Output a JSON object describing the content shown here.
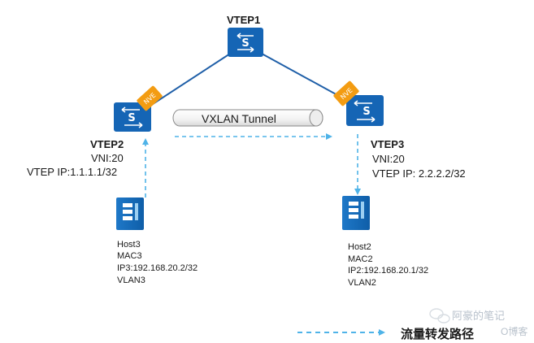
{
  "vtep1": {
    "name": "VTEP1"
  },
  "vtep2": {
    "name": "VTEP2",
    "vni": "VNI:20",
    "vtep_ip": "VTEP IP:1.1.1.1/32",
    "nve": "NVE"
  },
  "vtep3": {
    "name": "VTEP3",
    "vni": "VNI:20",
    "vtep_ip": "VTEP IP: 2.2.2.2/32",
    "nve": "NVE"
  },
  "tunnel": {
    "label": "VXLAN Tunnel"
  },
  "host3": {
    "name": "Host3",
    "mac": "MAC3",
    "ip": "IP3:192.168.20.2/32",
    "vlan": "VLAN3"
  },
  "host2": {
    "name": "Host2",
    "mac": "MAC2",
    "ip": "IP2:192.168.20.1/32",
    "vlan": "VLAN2"
  },
  "legend": {
    "label": "流量转发路径"
  },
  "watermark": {
    "text": "阿豪的笔记",
    "sub": "O博客"
  },
  "colors": {
    "switch": "#1565b5",
    "link": "#1f5fa8",
    "nve": "#f39c12",
    "flow": "#4fb3e8"
  }
}
